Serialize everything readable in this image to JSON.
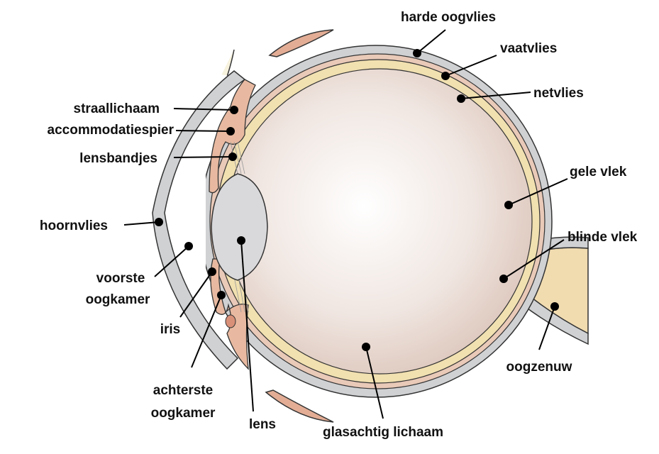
{
  "title": "Doorsnede van het oog",
  "labels": {
    "harde_oogvlies": "harde oogvlies",
    "vaatvlies": "vaatvlies",
    "netvlies": "netvlies",
    "straallichaam": "straallichaam",
    "accommodatiespier": "accommodatiespier",
    "lensbandjes": "lensbandjes",
    "hoornvlies": "hoornvlies",
    "voorste_oogkamer_1": "voorste",
    "voorste_oogkamer_2": "oogkamer",
    "iris": "iris",
    "achterste_oogkamer_1": "achterste",
    "achterste_oogkamer_2": "oogkamer",
    "lens": "lens",
    "glasachtig_lichaam": "glasachtig lichaam",
    "gele_vlek": "gele vlek",
    "blinde_vlek": "blinde vlek",
    "oogzenuw": "oogzenuw"
  },
  "colors": {
    "sclera": "#cfd1d3",
    "choroid": "#e9c9b8",
    "retina": "#f1e0b0",
    "vitreous": "#e9dcd6",
    "lens": "#d9d9db",
    "muscle": "#e8b9a0"
  }
}
